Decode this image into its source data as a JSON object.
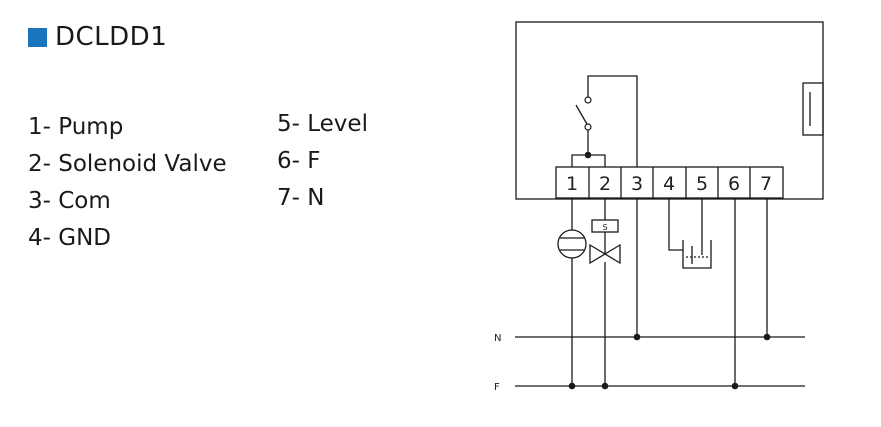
{
  "title": "DCLDD1",
  "accent_color": "#1b75bc",
  "legend_left": [
    {
      "text": "1- Pump"
    },
    {
      "text": "2- Solenoid Valve"
    },
    {
      "text": "3- Com"
    },
    {
      "text": "4- GND"
    }
  ],
  "legend_right": [
    {
      "text": "5- Level"
    },
    {
      "text": "6- F"
    },
    {
      "text": "7- N"
    }
  ],
  "terminals": [
    "1",
    "2",
    "3",
    "4",
    "5",
    "6",
    "7"
  ],
  "valve_symbol": "S",
  "bus_labels": {
    "n": "N",
    "f": "F"
  }
}
